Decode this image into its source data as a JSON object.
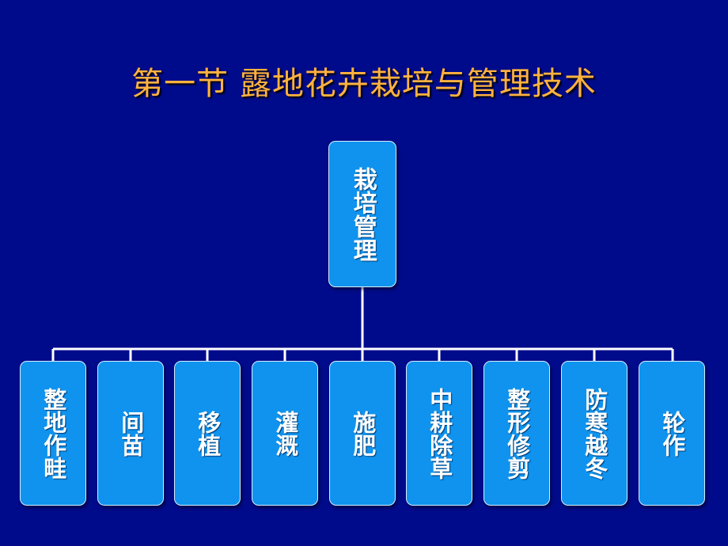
{
  "slide": {
    "title": "第一节 露地花卉栽培与管理技术"
  },
  "diagram": {
    "root": {
      "label": "栽培管理"
    },
    "children": [
      {
        "label": "整地作畦"
      },
      {
        "label": "间苗"
      },
      {
        "label": "移植"
      },
      {
        "label": "灌溉"
      },
      {
        "label": "施肥"
      },
      {
        "label": "中耕除草"
      },
      {
        "label": "整形修剪"
      },
      {
        "label": "防寒越冬"
      },
      {
        "label": "轮作"
      }
    ]
  },
  "colors": {
    "background": "#000b8c",
    "title": "#ffb23f",
    "box_fill": "#0f93ee",
    "box_border": "#d7eeff",
    "connector": "#ffffff",
    "label": "#ffffff"
  }
}
